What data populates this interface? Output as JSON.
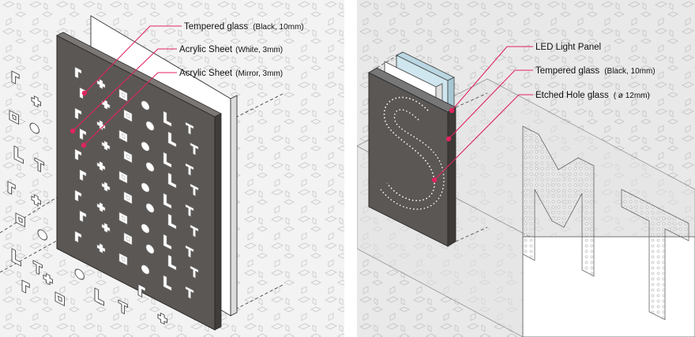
{
  "left_diagram": {
    "labels": [
      {
        "main": "Tempered glass",
        "spec": "(Black, 10mm)"
      },
      {
        "main": "Acrylic Sheet",
        "spec": "(White, 3mm)"
      },
      {
        "main": "Acrylic Sheet",
        "spec": "(Mirror, 3mm)"
      }
    ]
  },
  "right_diagram": {
    "labels": [
      {
        "main": "LED Light Panel",
        "spec": ""
      },
      {
        "main": "Tempered glass",
        "spec": "(Black, 10mm)"
      },
      {
        "main": "Etched Hole glass",
        "spec": "( ø  12mm)"
      }
    ],
    "big_letters": [
      "S",
      "M",
      "T"
    ]
  },
  "colors": {
    "accent": "#e0245e",
    "glass_dark": "#5b5754",
    "wall": "#e6e6e6",
    "light_panel": "#cfe6ef"
  }
}
